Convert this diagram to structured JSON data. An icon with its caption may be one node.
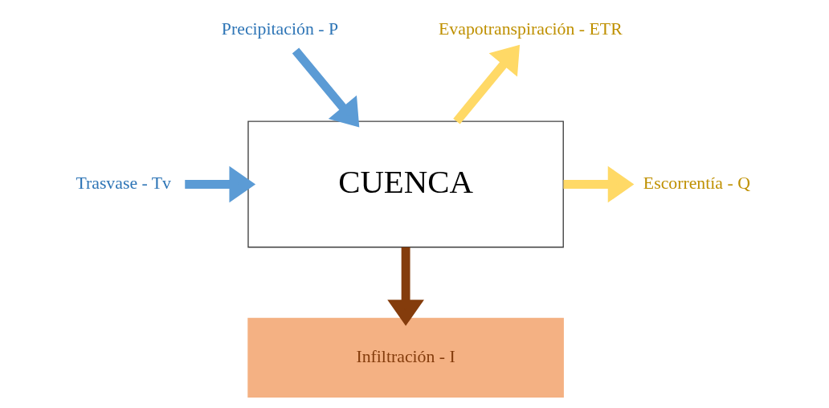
{
  "diagram": {
    "nodes": [
      {
        "text": [
          "Precipitación - P"
        ]
      },
      {
        "text": [
          "Evapotranspiración - ETR"
        ]
      },
      {
        "text": [
          "Trasvase - Tv"
        ]
      },
      {
        "text": [
          "CUENCA"
        ]
      },
      {
        "text": [
          "Escorrentía - Q"
        ]
      },
      {
        "text": [
          "Infiltración - I"
        ]
      }
    ],
    "edges": [
      {
        "from": 0,
        "to": 3,
        "arrow": "to",
        "color": "#5b9bd5"
      },
      {
        "from": 2,
        "to": 3,
        "arrow": "to",
        "color": "#5b9bd5"
      },
      {
        "from": 3,
        "to": 1,
        "arrow": "to",
        "color": "#ffd966"
      },
      {
        "from": 3,
        "to": 4,
        "arrow": "to",
        "color": "#ffd966"
      },
      {
        "from": 3,
        "to": 5,
        "arrow": "to",
        "color": "#843c0c"
      }
    ]
  }
}
